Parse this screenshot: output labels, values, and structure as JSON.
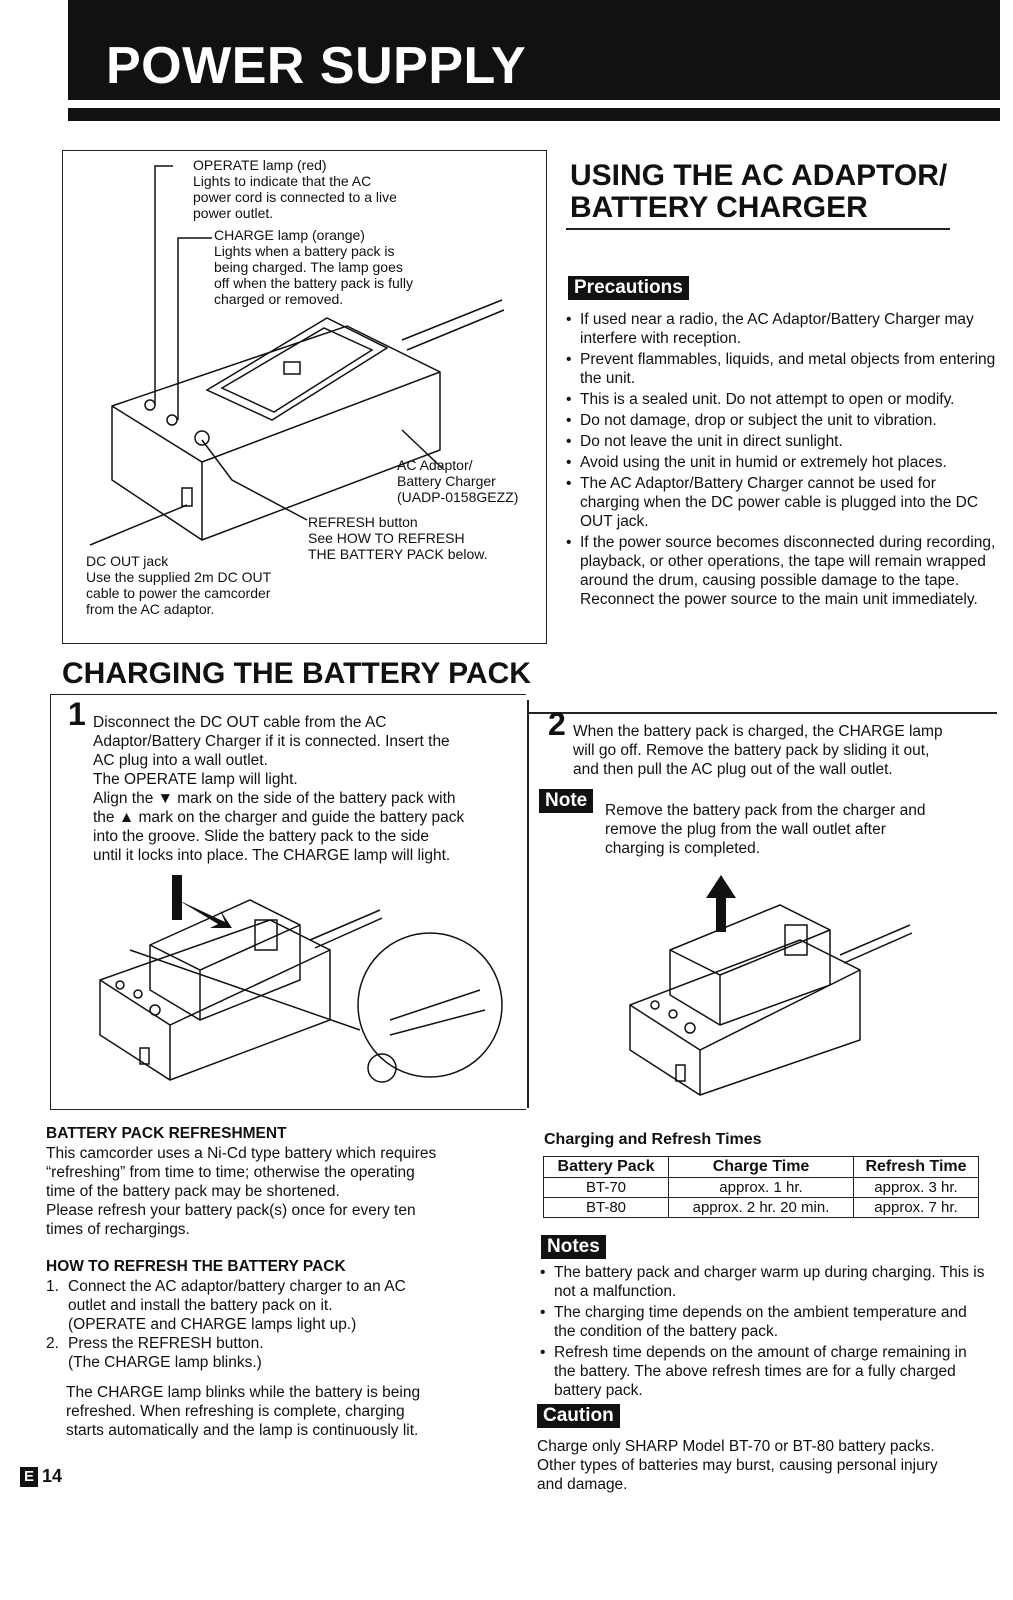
{
  "header": {
    "title": "POWER SUPPLY"
  },
  "figure_labels": {
    "operate_lamp": [
      "OPERATE lamp (red)",
      "Lights to indicate that the AC",
      "power cord is connected to a live",
      "power outlet."
    ],
    "charge_lamp": [
      "CHARGE lamp (orange)",
      "Lights when a battery pack is",
      "being charged. The lamp goes",
      "off when the battery pack is fully",
      "charged or removed."
    ],
    "adaptor": [
      "AC Adaptor/",
      "Battery Charger",
      "(UADP-0158GEZZ)"
    ],
    "refresh": [
      "REFRESH button",
      "See HOW TO REFRESH",
      "THE BATTERY PACK below."
    ],
    "dc_out": [
      "DC OUT jack",
      "Use the supplied 2m DC OUT",
      "cable to power the camcorder",
      "from the AC adaptor."
    ]
  },
  "using": {
    "title_line1": "USING THE AC ADAPTOR/",
    "title_line2": "BATTERY CHARGER",
    "precautions_label": "Precautions",
    "precautions": [
      "If used near a radio, the AC Adaptor/Battery Charger may interfere with reception.",
      "Prevent flammables, liquids, and metal objects from entering the unit.",
      "This is a sealed unit. Do not attempt to open or modify.",
      "Do not damage, drop or subject the unit to vibration.",
      "Do not leave the unit in direct sunlight.",
      "Avoid using the unit in humid or extremely hot places.",
      "The AC Adaptor/Battery Charger cannot be used for charging when the DC power cable is plugged into the DC OUT jack.",
      "If the power source becomes disconnected during recording, playback, or other operations, the tape will remain wrapped around the drum, causing possible damage to the tape. Reconnect the power source to the main unit immediately."
    ]
  },
  "charging": {
    "title": "CHARGING THE BATTERY PACK",
    "step1_num": "1",
    "step1_lines": [
      "Disconnect the DC OUT cable from the AC",
      "Adaptor/Battery Charger if it is connected. Insert the",
      "AC plug into a wall outlet.",
      "The OPERATE lamp will light.",
      "Align the ▼ mark on the side of the battery pack with",
      "the ▲ mark on the charger and guide the battery pack",
      "into the groove. Slide the battery pack to the side",
      "until it locks into place. The CHARGE lamp will light."
    ],
    "step2_num": "2",
    "step2_lines": [
      "When the battery pack is charged, the CHARGE lamp",
      "will go off. Remove the battery pack by sliding it out,",
      "and then pull the AC plug out of the wall outlet."
    ],
    "note_label": "Note",
    "note_lines": [
      "Remove the battery pack from the charger and",
      "remove the plug from the wall outlet after",
      "charging is completed."
    ]
  },
  "refreshment": {
    "title": "BATTERY PACK REFRESHMENT",
    "lines": [
      "This camcorder uses a Ni-Cd type battery which requires",
      "“refreshing” from time to time; otherwise the operating",
      "time of the battery pack may be shortened.",
      "Please refresh your battery pack(s) once for every ten",
      "times of rechargings."
    ],
    "how_title": "HOW TO REFRESH THE BATTERY PACK",
    "step1": [
      "1.",
      "Connect the AC adaptor/battery charger to an AC",
      "outlet and install the battery pack on it.",
      "(OPERATE and CHARGE lamps light up.)"
    ],
    "step2": [
      "2.",
      "Press the REFRESH button.",
      "(The CHARGE lamp blinks.)"
    ],
    "closing": [
      "The CHARGE lamp blinks while the battery is being",
      "refreshed. When refreshing is complete, charging",
      "starts automatically and the lamp is continuously lit."
    ]
  },
  "times": {
    "title": "Charging and Refresh Times",
    "headers": [
      "Battery Pack",
      "Charge Time",
      "Refresh Time"
    ],
    "rows": [
      [
        "BT-70",
        "approx. 1 hr.",
        "approx. 3 hr."
      ],
      [
        "BT-80",
        "approx. 2 hr. 20 min.",
        "approx. 7 hr."
      ]
    ]
  },
  "notes": {
    "label": "Notes",
    "items": [
      "The battery pack and charger warm up during charging. This is not a malfunction.",
      "The charging time depends on the ambient temperature and the condition of the battery pack.",
      "Refresh time depends on the amount of charge remaining in the battery. The above refresh times are for a fully charged battery pack."
    ]
  },
  "caution": {
    "label": "Caution",
    "lines": [
      "Charge only SHARP Model BT-70 or BT-80 battery packs.",
      "Other types of batteries may burst, causing personal injury",
      "and damage."
    ]
  },
  "footer": {
    "lang": "E",
    "page": "14"
  }
}
